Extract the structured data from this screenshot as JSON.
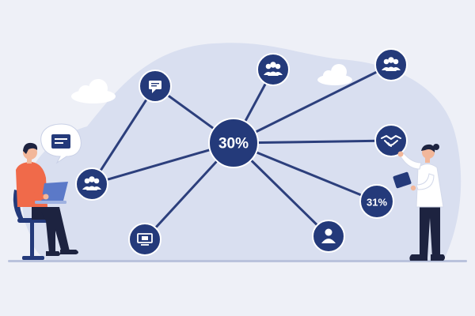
{
  "colors": {
    "background": "#eef0f7",
    "blob": "#d9dff0",
    "navy": "#243a7a",
    "line": "#2c3f7c",
    "white": "#ffffff",
    "accent_orange": "#f06a4a",
    "skin": "#f2b79a",
    "hair": "#1d2340",
    "floor": "#b9c2dc"
  },
  "network": {
    "hub": {
      "label": "30%"
    },
    "stat_node": {
      "label": "31%"
    },
    "icons": [
      "chat-icon",
      "group-icon",
      "group-icon",
      "handshake-icon",
      "group-icon",
      "monitor-icon",
      "user-icon"
    ]
  },
  "people": [
    {
      "role": "seated-person-with-laptop",
      "icon": "chat-bubble-icon"
    },
    {
      "role": "standing-person-with-tablet"
    }
  ]
}
